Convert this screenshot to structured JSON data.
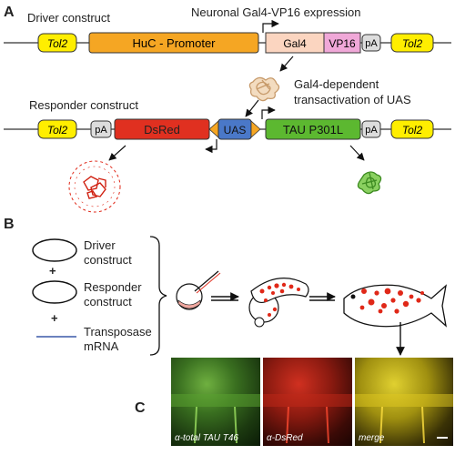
{
  "panel_a": {
    "letter": "A",
    "driver_label": "Driver construct",
    "expression_label": "Neuronal Gal4-VP16 expression",
    "transactivation_label": "Gal4-dependent transactivation of UAS",
    "responder_label": "Responder construct",
    "driver_segments": {
      "tol2_left": "Tol2",
      "promoter": "HuC - Promoter",
      "gal4": "Gal4",
      "vp16": "VP16",
      "pa": "pA",
      "tol2_right": "Tol2"
    },
    "responder_segments": {
      "tol2_left": "Tol2",
      "pa_left": "pA",
      "dsred": "DsRed",
      "uas": "UAS",
      "tau": "TAU P301L",
      "pa_right": "pA",
      "tol2_right": "Tol2"
    }
  },
  "panel_b": {
    "letter": "B",
    "driver_item": "Driver\nconstruct",
    "responder_item": "Responder\nconstruct",
    "transposase_item": "Transposase\nmRNA",
    "plus": "+"
  },
  "panel_c": {
    "letter": "C",
    "captions": [
      "α-total TAU T46",
      "α-DsRed",
      "merge"
    ]
  },
  "colors": {
    "tol2": "#ffee00",
    "promoter": "#f5a623",
    "gal4": "#fbd5c0",
    "vp16": "#f0a8d8",
    "pa": "#dddddd",
    "dsred": "#e03020",
    "uas": "#4a78c8",
    "tau": "#5cb830",
    "red_dots": "#e02818"
  }
}
